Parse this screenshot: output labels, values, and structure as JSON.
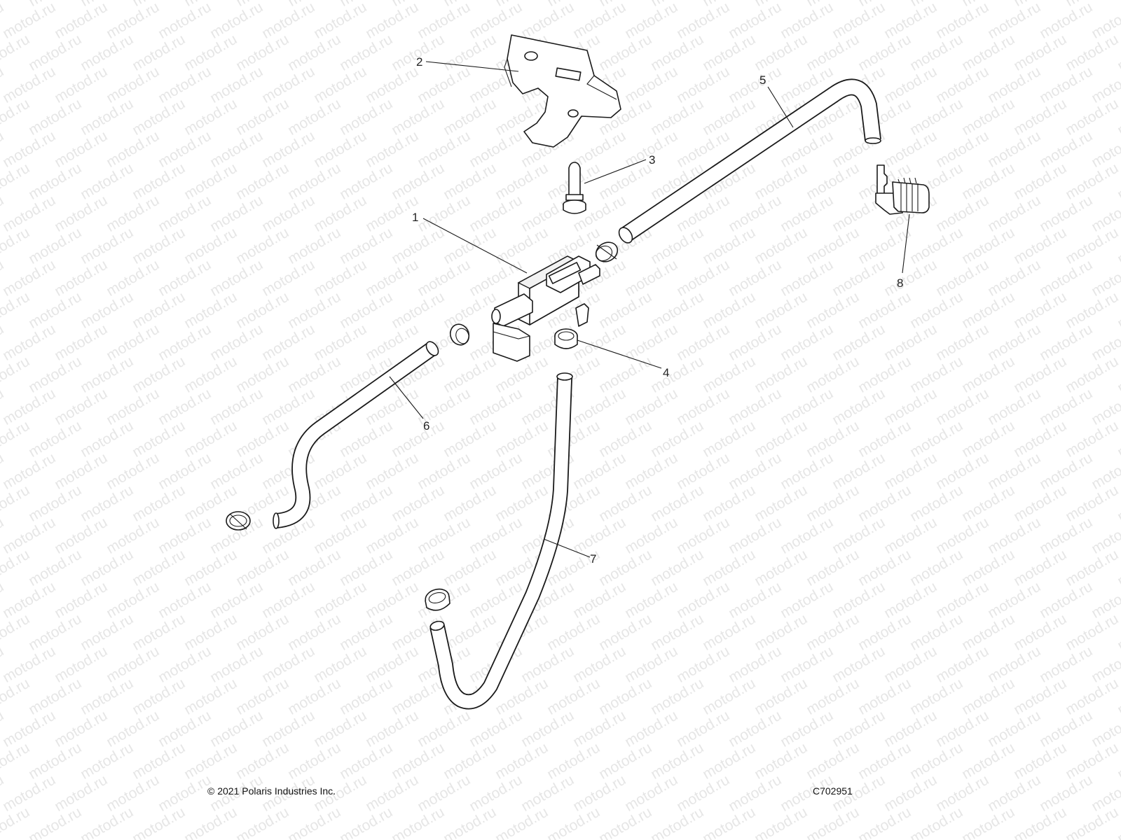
{
  "watermark_text": "motod.ru",
  "callouts": [
    "1",
    "2",
    "3",
    "4",
    "5",
    "6",
    "7",
    "8"
  ],
  "footer": {
    "copyright": "© 2021 Polaris Industries Inc.",
    "code": "C702951"
  }
}
